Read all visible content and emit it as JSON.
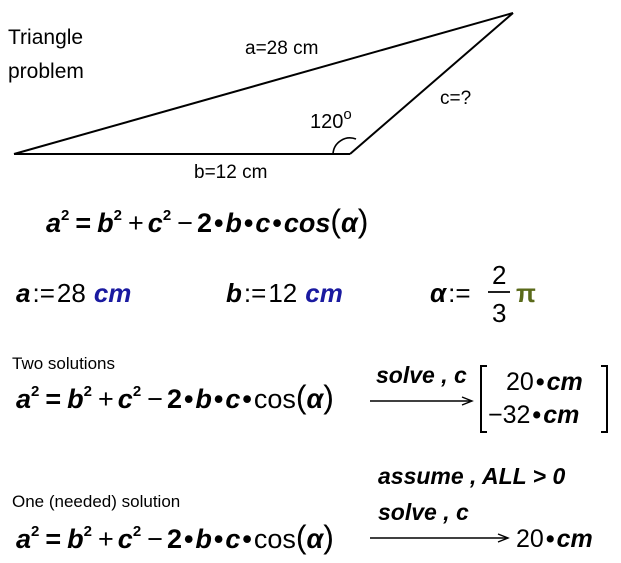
{
  "diagram": {
    "title_line1": "Triangle",
    "title_line2": "problem",
    "label_a": "a=28 cm",
    "label_b": "b=12 cm",
    "label_c": "c=?",
    "angle_value": "120",
    "angle_degree": "o"
  },
  "law_of_cosines": {
    "lhs_base": "a",
    "exp": "2",
    "b": "b",
    "c": "c",
    "plus": "+",
    "minus": "−",
    "eq": "=",
    "two": "2",
    "dot": "•",
    "cos_italic": "cos",
    "cos": "cos",
    "alpha": "α",
    "lparen": "(",
    "rparen": ")"
  },
  "definitions": {
    "a_var": "a",
    "b_var": "b",
    "alpha_var": "α",
    "assign": ":=",
    "a_value": "28",
    "b_value": "12",
    "unit": "cm",
    "frac_num": "2",
    "frac_den": "3",
    "pi": "π"
  },
  "two_solutions": {
    "caption": "Two solutions",
    "keyword": "solve , c",
    "result1_value": "20",
    "result2_value": "−32",
    "result_unit": "cm",
    "dot": "•"
  },
  "one_solution": {
    "caption": "One (needed) solution",
    "keyword1": "assume , ALL > 0",
    "keyword2": "solve , c",
    "result_value": "20",
    "result_unit": "cm",
    "dot": "•"
  },
  "colors": {
    "unit_blue": "#1a1aa0",
    "pi_green": "#5a6a1a",
    "ink": "#000000"
  }
}
